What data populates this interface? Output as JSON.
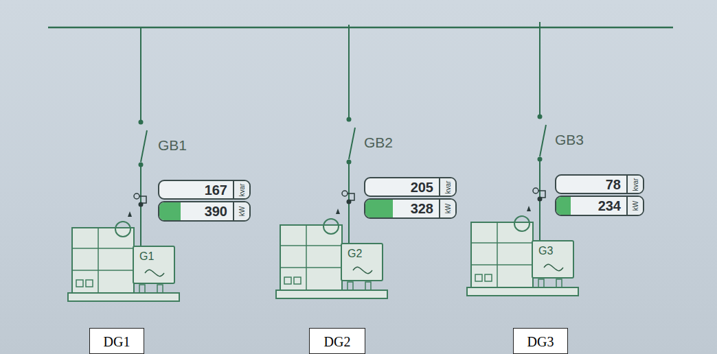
{
  "diagram": {
    "nodes": [
      {
        "text": [
          "167",
          "kvar"
        ]
      },
      {
        "text": [
          "390",
          "kW"
        ]
      },
      {
        "text": [
          "G1"
        ]
      },
      {
        "text": [
          "DG1"
        ]
      },
      {
        "text": [
          "205",
          "kvar"
        ]
      },
      {
        "text": [
          "328",
          "kW"
        ]
      },
      {
        "text": [
          "G2"
        ]
      },
      {
        "text": [
          "DG2"
        ]
      },
      {
        "text": [
          "78",
          "kvar"
        ]
      },
      {
        "text": [
          "234",
          "kW"
        ]
      },
      {
        "text": [
          "G3"
        ]
      },
      {
        "text": [
          "DG3"
        ]
      }
    ],
    "labels": [
      "GB1",
      "GB2",
      "GB3"
    ]
  }
}
